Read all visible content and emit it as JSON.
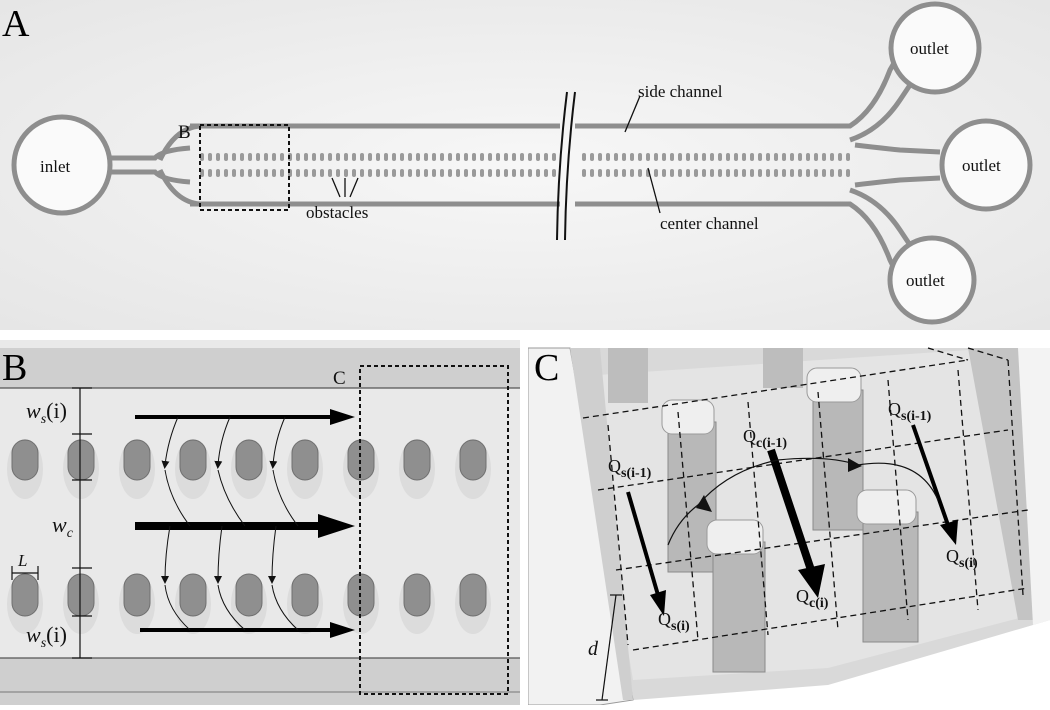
{
  "panel_a": {
    "letter": "A",
    "inlet": "inlet",
    "outlet_top": "outlet",
    "outlet_mid": "outlet",
    "outlet_bottom": "outlet",
    "side_channel": "side channel",
    "center_channel": "center channel",
    "obstacles": "obstacles",
    "region_b": "B"
  },
  "panel_b": {
    "letter": "B",
    "region_c": "C",
    "ws_top": "w",
    "ws_top_sub": "s",
    "ws_top_arg": "(i)",
    "wc": "w",
    "wc_sub": "c",
    "ws_bottom": "w",
    "ws_bottom_sub": "s",
    "ws_bottom_arg": "(i)",
    "L": "L"
  },
  "panel_c": {
    "letter": "C",
    "qs_im1_left": "Q",
    "qs_im1_left_sub": "s(i-1)",
    "qc_im1": "Q",
    "qc_im1_sub": "c(i-1)",
    "qs_im1_right": "Q",
    "qs_im1_right_sub": "s(i-1)",
    "qs_i_left": "Q",
    "qs_i_left_sub": "s(i)",
    "qc_i": "Q",
    "qc_i_sub": "c(i)",
    "qs_i_right": "Q",
    "qs_i_right_sub": "s(i)",
    "d": "d"
  },
  "colors": {
    "wall": "#8e8e8e",
    "channel_fill": "#f0f0f0",
    "background_a": "#f4f4f4",
    "background_b": "#e9e9e9",
    "post": "#8f8f8f"
  }
}
